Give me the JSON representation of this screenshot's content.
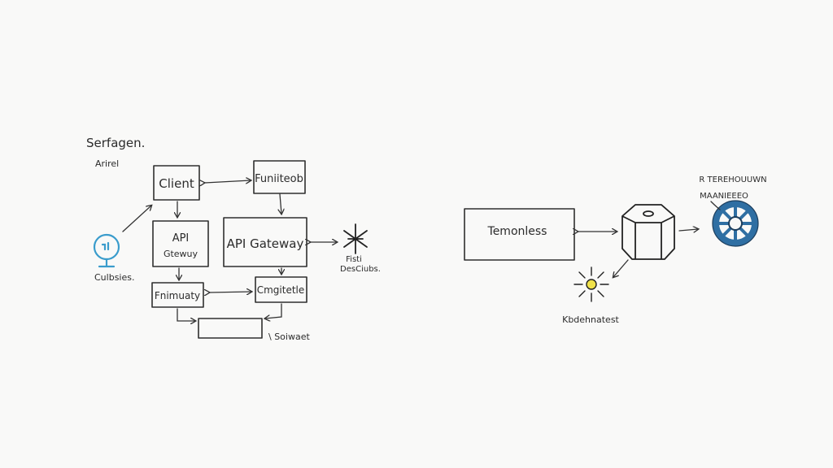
{
  "colors": {
    "ink": "#2f2f2f",
    "paper": "#f9f9f8",
    "accent_blue": "#3a9ccc",
    "wheel_blue": "#2f6fa3",
    "sun_yellow": "#f0e24a"
  },
  "left": {
    "title": "Serfagen.",
    "subtitle": "Arirel",
    "icon_label": "Culbsies.",
    "nodes": {
      "client": "Client",
      "functions": "Funiiteob",
      "api_gateway_small_line1": "API",
      "api_gateway_small_line2": "Gtewuy",
      "api_gateway_large": "API Gateway",
      "fnway": "Fnimuaty",
      "cmgtctle": "Cmgitetle",
      "blank_label": "\\ Soiwaet"
    },
    "spark_label_line1": "Fisti",
    "spark_label_line2": "DesCiubs."
  },
  "right": {
    "server_label": "Temonless",
    "sun_label": "Kbdehnatest",
    "wheel_label_line1": "R TEREHOUUWN",
    "wheel_label_line2": "MAANIEEEO"
  },
  "icons": {
    "left_icon": "monitor-bulb-icon",
    "spark": "asterisk-icon",
    "cube": "server-cube-icon",
    "sun": "sun-icon",
    "wheel": "helm-wheel-icon"
  }
}
